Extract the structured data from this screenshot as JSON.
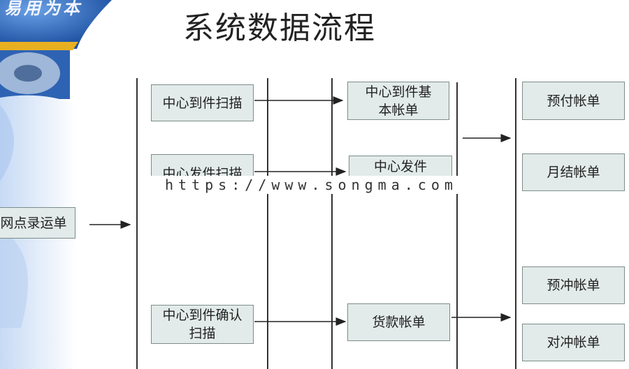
{
  "title": "系统数据流程",
  "corner_text": "易用为本",
  "watermark": "https://www.songma.com",
  "boxes": {
    "left": "网点录运单",
    "col1": [
      "中心到件扫描",
      "中心发件扫描",
      "中心到件确认扫描"
    ],
    "col2": [
      "中心到件基本帐单",
      "中心发件",
      "货款帐单"
    ],
    "col3": [
      "预付帐单",
      "月结帐单",
      "预冲帐单",
      "对冲帐单"
    ]
  },
  "colors": {
    "box_fill": "#e2ebe9",
    "box_border": "#7d8c8a",
    "background_blue": "#1f56a8"
  }
}
